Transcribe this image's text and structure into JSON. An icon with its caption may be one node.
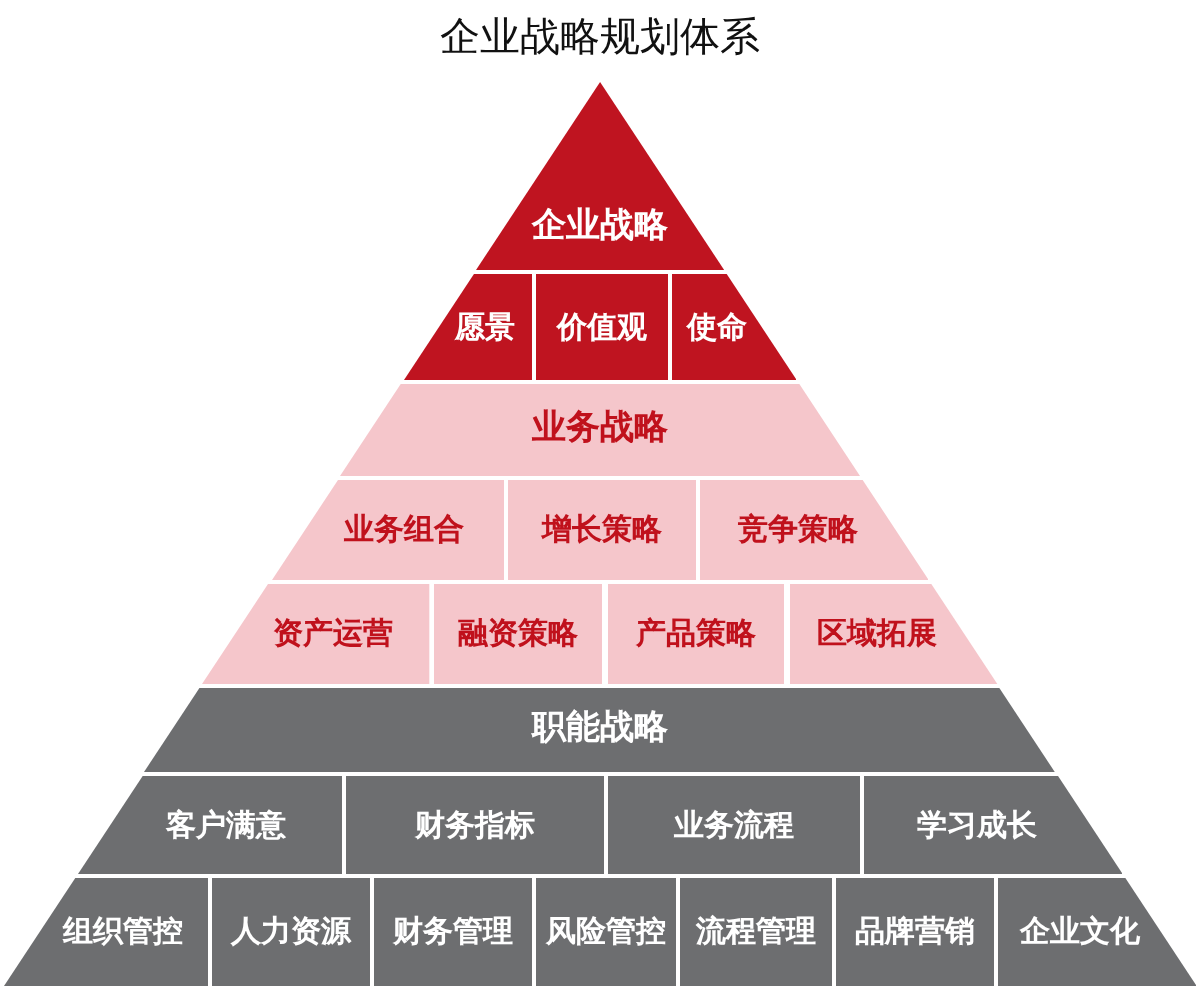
{
  "diagram": {
    "title": "企业战略规划体系",
    "nodes": [
      {
        "text": [
          "企业战略"
        ]
      },
      {
        "text": [
          "愿景"
        ]
      },
      {
        "text": [
          "价值观"
        ]
      },
      {
        "text": [
          "使命"
        ]
      },
      {
        "text": [
          "业务战略"
        ]
      },
      {
        "text": [
          "业务组合"
        ]
      },
      {
        "text": [
          "增长策略"
        ]
      },
      {
        "text": [
          "竞争策略"
        ]
      },
      {
        "text": [
          "资产运营"
        ]
      },
      {
        "text": [
          "融资策略"
        ]
      },
      {
        "text": [
          "产品策略"
        ]
      },
      {
        "text": [
          "区域拓展"
        ]
      },
      {
        "text": [
          "职能战略"
        ]
      },
      {
        "text": [
          "客户满意"
        ]
      },
      {
        "text": [
          "财务指标"
        ]
      },
      {
        "text": [
          "业务流程"
        ]
      },
      {
        "text": [
          "学习成长"
        ]
      },
      {
        "text": [
          "组织管控"
        ]
      },
      {
        "text": [
          "人力资源"
        ]
      },
      {
        "text": [
          "财务管理"
        ]
      },
      {
        "text": [
          "风险管控"
        ]
      },
      {
        "text": [
          "流程管理"
        ]
      },
      {
        "text": [
          "品牌营销"
        ]
      },
      {
        "text": [
          "企业文化"
        ]
      }
    ]
  }
}
